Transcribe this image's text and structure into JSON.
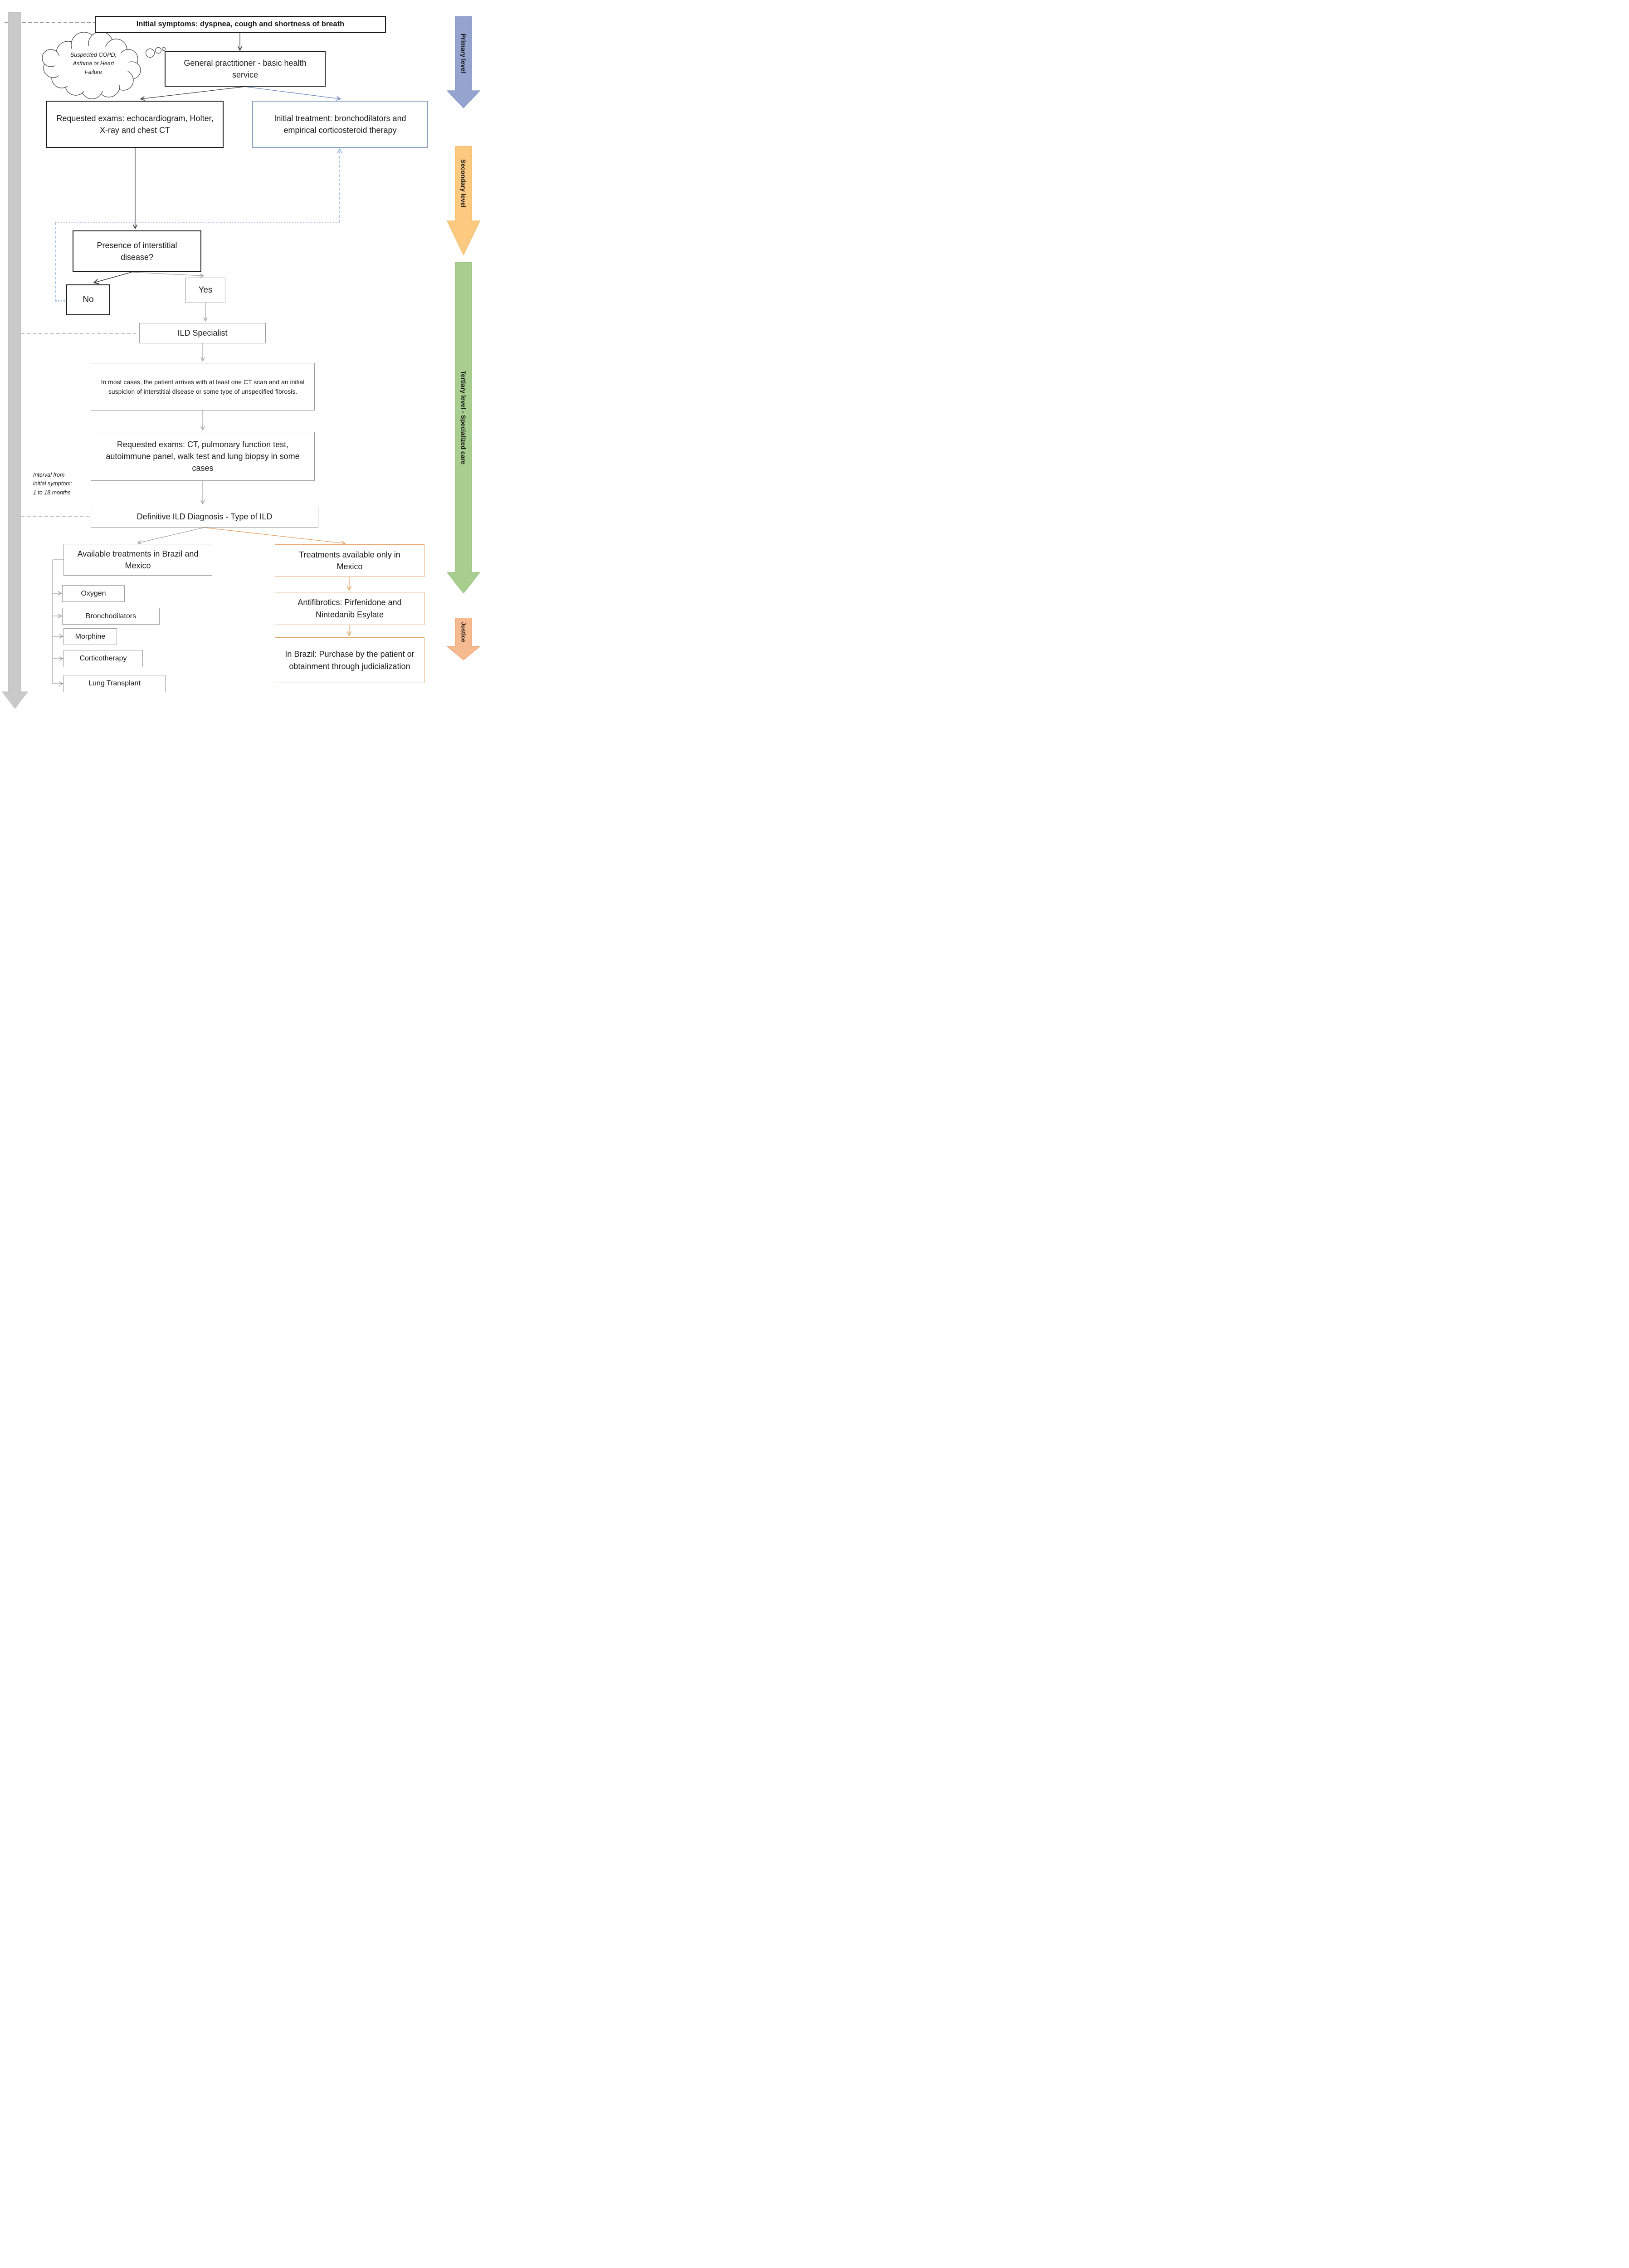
{
  "flow": {
    "initial_symptoms": "Initial symptoms: dyspnea, cough and shortness of breath",
    "thought_cloud": "Suspected COPD, Asthma or Heart Failure",
    "general_practitioner": "General practitioner - basic health service",
    "requested_exams_primary": "Requested exams: echocardiogram, Holter, X-ray and chest CT",
    "initial_treatment": "Initial treatment: bronchodilators and empirical corticosteroid therapy",
    "presence_question": "Presence of interstitial disease?",
    "answer_no": "No",
    "answer_yes": "Yes",
    "ild_specialist": "ILD Specialist",
    "patient_arrival": "In most cases, the patient arrives with at least one CT scan and an initial suspicion of interstitial disease or some type of unspecified fibrosis.",
    "requested_exams_tertiary": "Requested exams: CT, pulmonary function test, autoimmune panel, walk test and lung biopsy in some cases",
    "interval_note": "Interval from initial symptom: 1 to 18 months",
    "definitive_diagnosis": "Definitive ILD Diagnosis - Type of ILD",
    "treatments_brazil_mexico": "Available treatments in Brazil and Mexico",
    "treatment_options": [
      "Oxygen",
      "Bronchodilators",
      "Morphine",
      "Corticotherapy",
      "Lung Transplant"
    ],
    "treatments_mexico_only": "Treatments available only in Mexico",
    "antifibrotics": "Antifibrotics: Pirfenidone and Nintedanib Esylate",
    "brazil_purchase": "In Brazil: Purchase by the patient or obtainment through judicialization"
  },
  "levels": [
    {
      "label": "Primary level",
      "fill": "#95a3cf",
      "stroke": "#8295c5"
    },
    {
      "label": "Secondary level",
      "fill": "#fbca80",
      "stroke": "#f5b75e"
    },
    {
      "label": "Tertiary level - Specialized care",
      "fill": "#a7ce8f",
      "stroke": "#95c279"
    },
    {
      "label": "Justice",
      "fill": "#f6ba91",
      "stroke": "#efa372"
    }
  ],
  "timeline": {
    "fill": "#c9c9c9",
    "stroke": "#bdbdbd"
  },
  "colors": {
    "line_black": "#3f3f3f",
    "line_gray": "#a0a0a0",
    "line_blue": "#7288bd",
    "dash_blue": "#8fb3da",
    "dash_blue_thick": "#9fc0e0",
    "dash_dark": "#7a7a7a",
    "orange": "#e2a266",
    "cloud_stroke": "#4a4a4a"
  }
}
